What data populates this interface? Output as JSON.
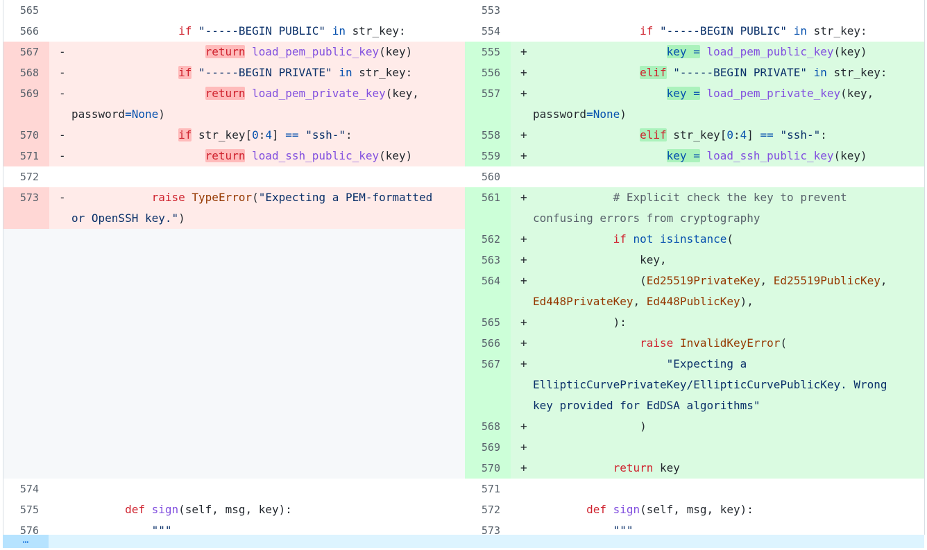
{
  "left": {
    "rows": [
      {
        "num": "565",
        "kind": "ctx",
        "tokens": []
      },
      {
        "num": "566",
        "kind": "ctx",
        "tokens": [
          [
            "t",
            "                "
          ],
          [
            "kw",
            "if"
          ],
          [
            "t",
            " "
          ],
          [
            "str",
            "\"-----BEGIN PUBLIC\""
          ],
          [
            "t",
            " "
          ],
          [
            "op",
            "in"
          ],
          [
            "t",
            " str_key:"
          ]
        ]
      },
      {
        "num": "567",
        "kind": "del",
        "tokens": [
          [
            "t",
            "                    "
          ],
          [
            "hlkw",
            "return"
          ],
          [
            "t",
            " "
          ],
          [
            "fn",
            "load_pem_public_key"
          ],
          [
            "t",
            "(key)"
          ]
        ]
      },
      {
        "num": "568",
        "kind": "del",
        "tokens": [
          [
            "t",
            "                "
          ],
          [
            "hlkw",
            "if"
          ],
          [
            "t",
            " "
          ],
          [
            "str",
            "\"-----BEGIN PRIVATE\""
          ],
          [
            "t",
            " "
          ],
          [
            "op",
            "in"
          ],
          [
            "t",
            " str_key:"
          ]
        ]
      },
      {
        "num": "569",
        "kind": "del",
        "lines": 2,
        "tokens": [
          [
            "t",
            "                    "
          ],
          [
            "hlkw",
            "return"
          ],
          [
            "t",
            " "
          ],
          [
            "fn",
            "load_pem_private_key"
          ],
          [
            "t",
            "(key,\npassword"
          ],
          [
            "op",
            "="
          ],
          [
            "op",
            "None"
          ],
          [
            "t",
            ")"
          ]
        ]
      },
      {
        "num": "570",
        "kind": "del",
        "tokens": [
          [
            "t",
            "                "
          ],
          [
            "hlkw",
            "if"
          ],
          [
            "t",
            " str_key["
          ],
          [
            "op",
            "0"
          ],
          [
            "t",
            ":"
          ],
          [
            "op",
            "4"
          ],
          [
            "t",
            "] "
          ],
          [
            "op",
            "=="
          ],
          [
            "t",
            " "
          ],
          [
            "str",
            "\"ssh-\""
          ],
          [
            "t",
            ":"
          ]
        ]
      },
      {
        "num": "571",
        "kind": "del",
        "tokens": [
          [
            "t",
            "                    "
          ],
          [
            "hlkw",
            "return"
          ],
          [
            "t",
            " "
          ],
          [
            "fn",
            "load_ssh_public_key"
          ],
          [
            "t",
            "(key)"
          ]
        ]
      },
      {
        "num": "572",
        "kind": "ctx",
        "tokens": []
      },
      {
        "num": "573",
        "kind": "del",
        "lines": 2,
        "tokens": [
          [
            "t",
            "            "
          ],
          [
            "kw",
            "raise"
          ],
          [
            "t",
            " "
          ],
          [
            "cls",
            "TypeError"
          ],
          [
            "t",
            "("
          ],
          [
            "str",
            "\"Expecting a PEM-formatted\nor OpenSSH key.\""
          ],
          [
            "t",
            ")"
          ]
        ]
      },
      {
        "num": "",
        "kind": "empty",
        "lines": 12,
        "tokens": []
      },
      {
        "num": "574",
        "kind": "ctx",
        "tokens": []
      },
      {
        "num": "575",
        "kind": "ctx",
        "tokens": [
          [
            "t",
            "        "
          ],
          [
            "kw",
            "def"
          ],
          [
            "t",
            " "
          ],
          [
            "fn",
            "sign"
          ],
          [
            "t",
            "(self, msg, key):"
          ]
        ]
      },
      {
        "num": "576",
        "kind": "ctx",
        "tokens": [
          [
            "t",
            "            "
          ],
          [
            "str",
            "\"\"\""
          ]
        ]
      }
    ]
  },
  "right": {
    "rows": [
      {
        "num": "553",
        "kind": "ctx",
        "tokens": []
      },
      {
        "num": "554",
        "kind": "ctx",
        "tokens": [
          [
            "t",
            "                "
          ],
          [
            "kw",
            "if"
          ],
          [
            "t",
            " "
          ],
          [
            "str",
            "\"-----BEGIN PUBLIC\""
          ],
          [
            "t",
            " "
          ],
          [
            "op",
            "in"
          ],
          [
            "t",
            " str_key:"
          ]
        ]
      },
      {
        "num": "555",
        "kind": "add",
        "tokens": [
          [
            "t",
            "                    "
          ],
          [
            "hl",
            "key ="
          ],
          [
            "t",
            " "
          ],
          [
            "fn",
            "load_pem_public_key"
          ],
          [
            "t",
            "(key)"
          ]
        ]
      },
      {
        "num": "556",
        "kind": "add",
        "tokens": [
          [
            "t",
            "                "
          ],
          [
            "hlkw",
            "elif"
          ],
          [
            "t",
            " "
          ],
          [
            "str",
            "\"-----BEGIN PRIVATE\""
          ],
          [
            "t",
            " "
          ],
          [
            "op",
            "in"
          ],
          [
            "t",
            " str_key:"
          ]
        ]
      },
      {
        "num": "557",
        "kind": "add",
        "lines": 2,
        "tokens": [
          [
            "t",
            "                    "
          ],
          [
            "hl",
            "key ="
          ],
          [
            "t",
            " "
          ],
          [
            "fn",
            "load_pem_private_key"
          ],
          [
            "t",
            "(key,\npassword"
          ],
          [
            "op",
            "="
          ],
          [
            "op",
            "None"
          ],
          [
            "t",
            ")"
          ]
        ]
      },
      {
        "num": "558",
        "kind": "add",
        "tokens": [
          [
            "t",
            "                "
          ],
          [
            "hlkw",
            "elif"
          ],
          [
            "t",
            " str_key["
          ],
          [
            "op",
            "0"
          ],
          [
            "t",
            ":"
          ],
          [
            "op",
            "4"
          ],
          [
            "t",
            "] "
          ],
          [
            "op",
            "=="
          ],
          [
            "t",
            " "
          ],
          [
            "str",
            "\"ssh-\""
          ],
          [
            "t",
            ":"
          ]
        ]
      },
      {
        "num": "559",
        "kind": "add",
        "tokens": [
          [
            "t",
            "                    "
          ],
          [
            "hl",
            "key ="
          ],
          [
            "t",
            " "
          ],
          [
            "fn",
            "load_ssh_public_key"
          ],
          [
            "t",
            "(key)"
          ]
        ]
      },
      {
        "num": "560",
        "kind": "ctx",
        "tokens": []
      },
      {
        "num": "561",
        "kind": "add",
        "lines": 2,
        "tokens": [
          [
            "t",
            "            "
          ],
          [
            "cm",
            "# Explicit check the key to prevent\nconfusing errors from cryptography"
          ]
        ]
      },
      {
        "num": "562",
        "kind": "add",
        "tokens": [
          [
            "t",
            "            "
          ],
          [
            "kw",
            "if"
          ],
          [
            "t",
            " "
          ],
          [
            "op",
            "not"
          ],
          [
            "t",
            " "
          ],
          [
            "op",
            "isinstance"
          ],
          [
            "t",
            "("
          ]
        ]
      },
      {
        "num": "563",
        "kind": "add",
        "tokens": [
          [
            "t",
            "                key,"
          ]
        ]
      },
      {
        "num": "564",
        "kind": "add",
        "lines": 2,
        "tokens": [
          [
            "t",
            "                ("
          ],
          [
            "cls",
            "Ed25519PrivateKey"
          ],
          [
            "t",
            ", "
          ],
          [
            "cls",
            "Ed25519PublicKey"
          ],
          [
            "t",
            ",\n"
          ],
          [
            "cls",
            "Ed448PrivateKey"
          ],
          [
            "t",
            ", "
          ],
          [
            "cls",
            "Ed448PublicKey"
          ],
          [
            "t",
            "),"
          ]
        ]
      },
      {
        "num": "565",
        "kind": "add",
        "tokens": [
          [
            "t",
            "            ):"
          ]
        ]
      },
      {
        "num": "566",
        "kind": "add",
        "tokens": [
          [
            "t",
            "                "
          ],
          [
            "kw",
            "raise"
          ],
          [
            "t",
            " "
          ],
          [
            "cls",
            "InvalidKeyError"
          ],
          [
            "t",
            "("
          ]
        ]
      },
      {
        "num": "567",
        "kind": "add",
        "lines": 3,
        "tokens": [
          [
            "t",
            "                    "
          ],
          [
            "str",
            "\"Expecting a\nEllipticCurvePrivateKey/EllipticCurvePublicKey. Wrong\nkey provided for EdDSA algorithms\""
          ]
        ]
      },
      {
        "num": "568",
        "kind": "add",
        "tokens": [
          [
            "t",
            "                )"
          ]
        ]
      },
      {
        "num": "569",
        "kind": "add",
        "tokens": []
      },
      {
        "num": "570",
        "kind": "add",
        "tokens": [
          [
            "t",
            "            "
          ],
          [
            "kw",
            "return"
          ],
          [
            "t",
            " key"
          ]
        ]
      },
      {
        "num": "571",
        "kind": "ctx",
        "tokens": []
      },
      {
        "num": "572",
        "kind": "ctx",
        "tokens": [
          [
            "t",
            "        "
          ],
          [
            "kw",
            "def"
          ],
          [
            "t",
            " "
          ],
          [
            "fn",
            "sign"
          ],
          [
            "t",
            "(self, msg, key):"
          ]
        ]
      },
      {
        "num": "573",
        "kind": "ctx",
        "tokens": [
          [
            "t",
            "            "
          ],
          [
            "str",
            "\"\"\""
          ]
        ]
      }
    ]
  },
  "expander": {
    "icon": "expand-icon",
    "glyph": "⋯"
  }
}
